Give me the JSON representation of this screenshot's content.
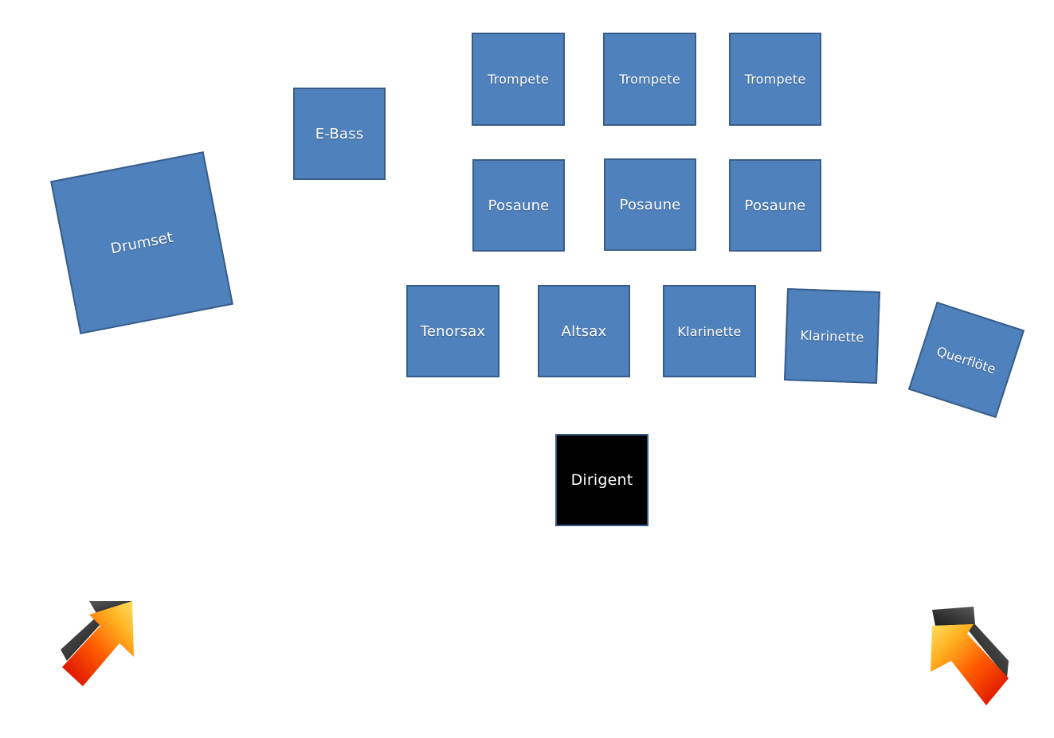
{
  "instruments": {
    "drumset": "Drumset",
    "ebass": "E-Bass",
    "trompete_1": "Trompete",
    "trompete_2": "Trompete",
    "trompete_3": "Trompete",
    "posaune_1": "Posaune",
    "posaune_2": "Posaune",
    "posaune_3": "Posaune",
    "tenorsax": "Tenorsax",
    "altsax": "Altsax",
    "klarinette_1": "Klarinette",
    "klarinette_2": "Klarinette",
    "querfloete": "Querflöte",
    "dirigent": "Dirigent"
  },
  "colors": {
    "box_fill": "#4f81bd",
    "box_border": "#385d8a",
    "conductor_fill": "#000000",
    "arrow_top": "#ffd24a",
    "arrow_bottom": "#e00000",
    "arrow_side": "#3a3a3a"
  },
  "icons": {
    "left_arrow": "speaker-arrow-icon",
    "right_arrow": "speaker-arrow-icon"
  }
}
